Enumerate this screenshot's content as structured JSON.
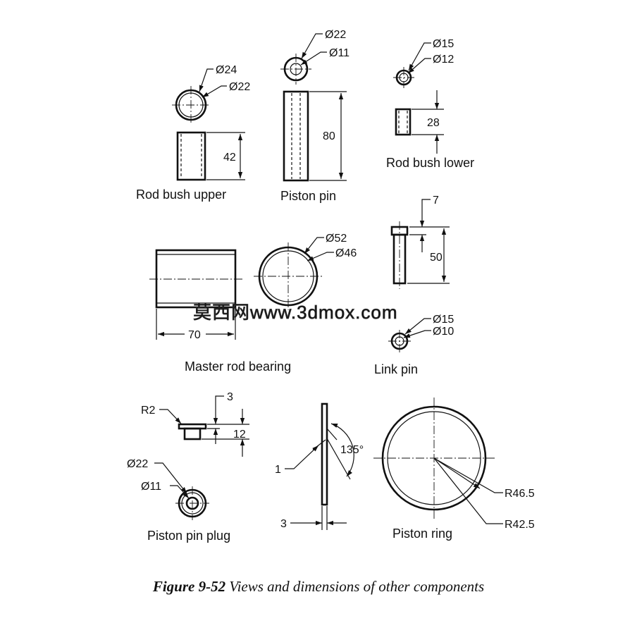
{
  "caption": {
    "number": "Figure 9-52",
    "text": "Views and dimensions of other components"
  },
  "watermark": "莫西网www.3dmox.com",
  "components": {
    "rod_bush_upper": {
      "label": "Rod bush upper",
      "outer_dia": "Ø24",
      "inner_dia": "Ø22",
      "length": "42"
    },
    "piston_pin": {
      "label": "Piston pin",
      "outer_dia": "Ø22",
      "inner_dia": "Ø11",
      "length": "80"
    },
    "rod_bush_lower": {
      "label": "Rod bush lower",
      "outer_dia": "Ø15",
      "inner_dia": "Ø12",
      "length": "28"
    },
    "master_rod_bearing": {
      "label": "Master rod bearing",
      "outer_dia": "Ø52",
      "inner_dia": "Ø46",
      "length": "70"
    },
    "link_pin": {
      "label": "Link pin",
      "head": "7",
      "length": "50",
      "outer_dia": "Ø15",
      "inner_dia": "Ø10"
    },
    "piston_pin_plug": {
      "label": "Piston pin plug",
      "radius": "R2",
      "head": "3",
      "length": "12",
      "outer_dia": "Ø22",
      "inner_dia": "Ø11"
    },
    "piston_ring": {
      "label": "Piston ring",
      "chamfer": "1",
      "angle": "135°",
      "thickness": "3",
      "outer_r": "R46.5",
      "inner_r": "R42.5"
    }
  }
}
